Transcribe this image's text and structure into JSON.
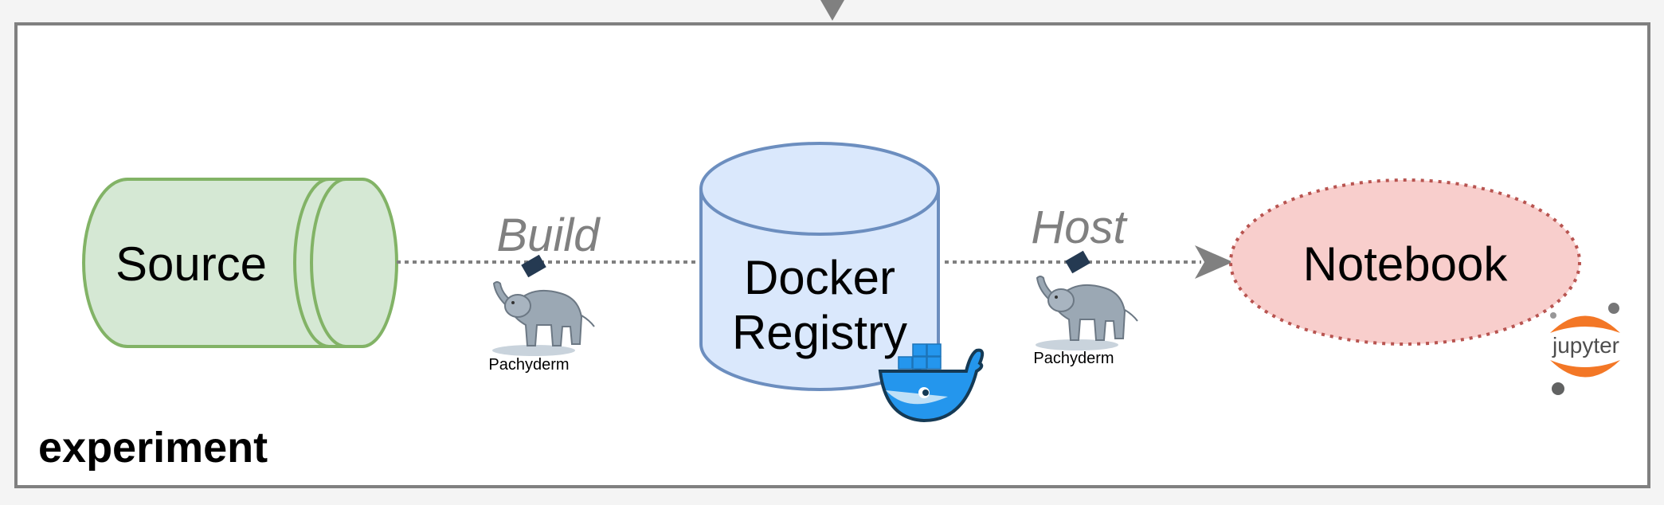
{
  "frame": {
    "label": "experiment"
  },
  "nodes": {
    "source": {
      "label": "Source"
    },
    "registry": {
      "label_line1": "Docker",
      "label_line2": "Registry"
    },
    "notebook": {
      "label": "Notebook"
    }
  },
  "edges": {
    "build": {
      "label": "Build",
      "tool_label": "Pachyderm"
    },
    "host": {
      "label": "Host",
      "tool_label": "Pachyderm"
    }
  },
  "logos": {
    "jupyter": {
      "text": "jupyter"
    }
  },
  "colors": {
    "frame_stroke": "#808080",
    "source_fill": "#d5e8d4",
    "source_stroke": "#82b366",
    "registry_fill": "#dae8fc",
    "registry_stroke": "#6c8ebf",
    "notebook_fill": "#f8cecc",
    "notebook_stroke": "#b85450",
    "connector": "#808080",
    "edge_label": "#808080",
    "docker_blue": "#2496ed",
    "jupyter_orange": "#f37726"
  }
}
